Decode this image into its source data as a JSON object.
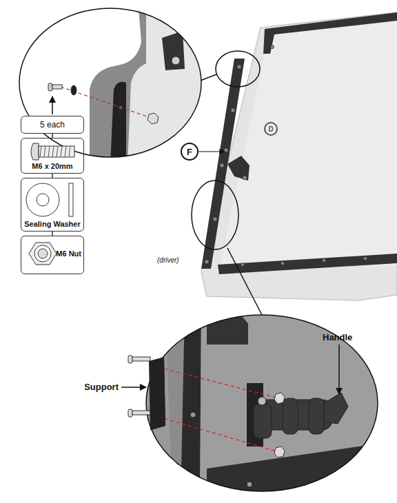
{
  "diagram": {
    "nodes": [
      {
        "text": [
          "5 each"
        ]
      },
      {
        "text": [
          "M6 x 20mm"
        ]
      },
      {
        "text": [
          "Sealing Washer"
        ]
      },
      {
        "text": [
          "M6 Nut"
        ]
      },
      {
        "text": [
          "D"
        ]
      },
      {
        "text": [
          "F"
        ]
      }
    ],
    "edges": [
      {
        "from": 0,
        "to": 1,
        "arrow": "none"
      },
      {
        "from": 1,
        "to": 2,
        "arrow": "none"
      },
      {
        "from": 2,
        "to": 3,
        "arrow": "none"
      }
    ],
    "labels": [
      "(driver)",
      "Support",
      "Handle"
    ]
  }
}
